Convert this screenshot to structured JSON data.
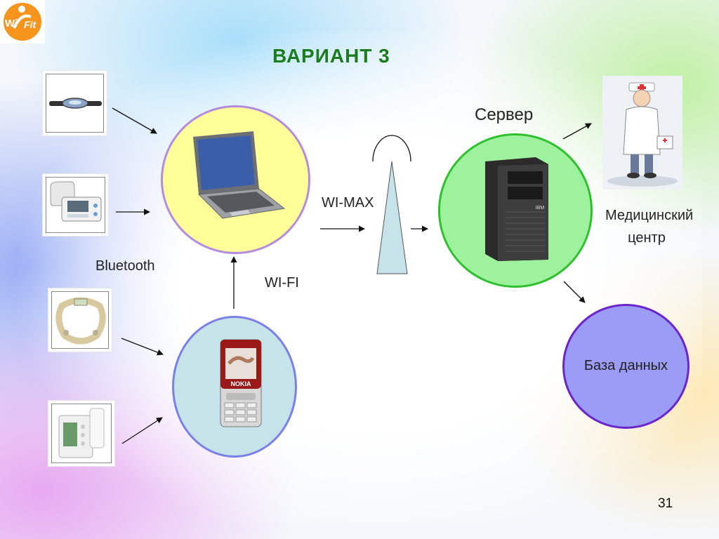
{
  "slide": {
    "title": "ВАРИАНТ 3",
    "page_number": "31"
  },
  "logo": {
    "text_left": "Wi",
    "text_right": "Fit"
  },
  "labels": {
    "bluetooth": "Bluetooth",
    "wifi": "WI-FI",
    "wimax": "WI-MAX",
    "server": "Сервер",
    "medical_line1": "Медицинский",
    "medical_line2": "центр",
    "database": "База данных"
  },
  "phone_brand": "NOKIA",
  "server_brand": "IBM",
  "colors": {
    "title": "#1d7a1d",
    "laptop_circle": "#ffff99",
    "phone_circle": "#c5e3e8",
    "server_circle": "#9ef29e",
    "database_circle": "#9b9cf5",
    "antenna": "#c5e3e8"
  },
  "icons": [
    "heart-rate-strap-icon",
    "blood-pressure-monitor-icon",
    "body-scale-icon",
    "glucose-meter-icon",
    "laptop-icon",
    "mobile-phone-icon",
    "antenna-icon",
    "server-tower-icon",
    "doctor-icon"
  ]
}
